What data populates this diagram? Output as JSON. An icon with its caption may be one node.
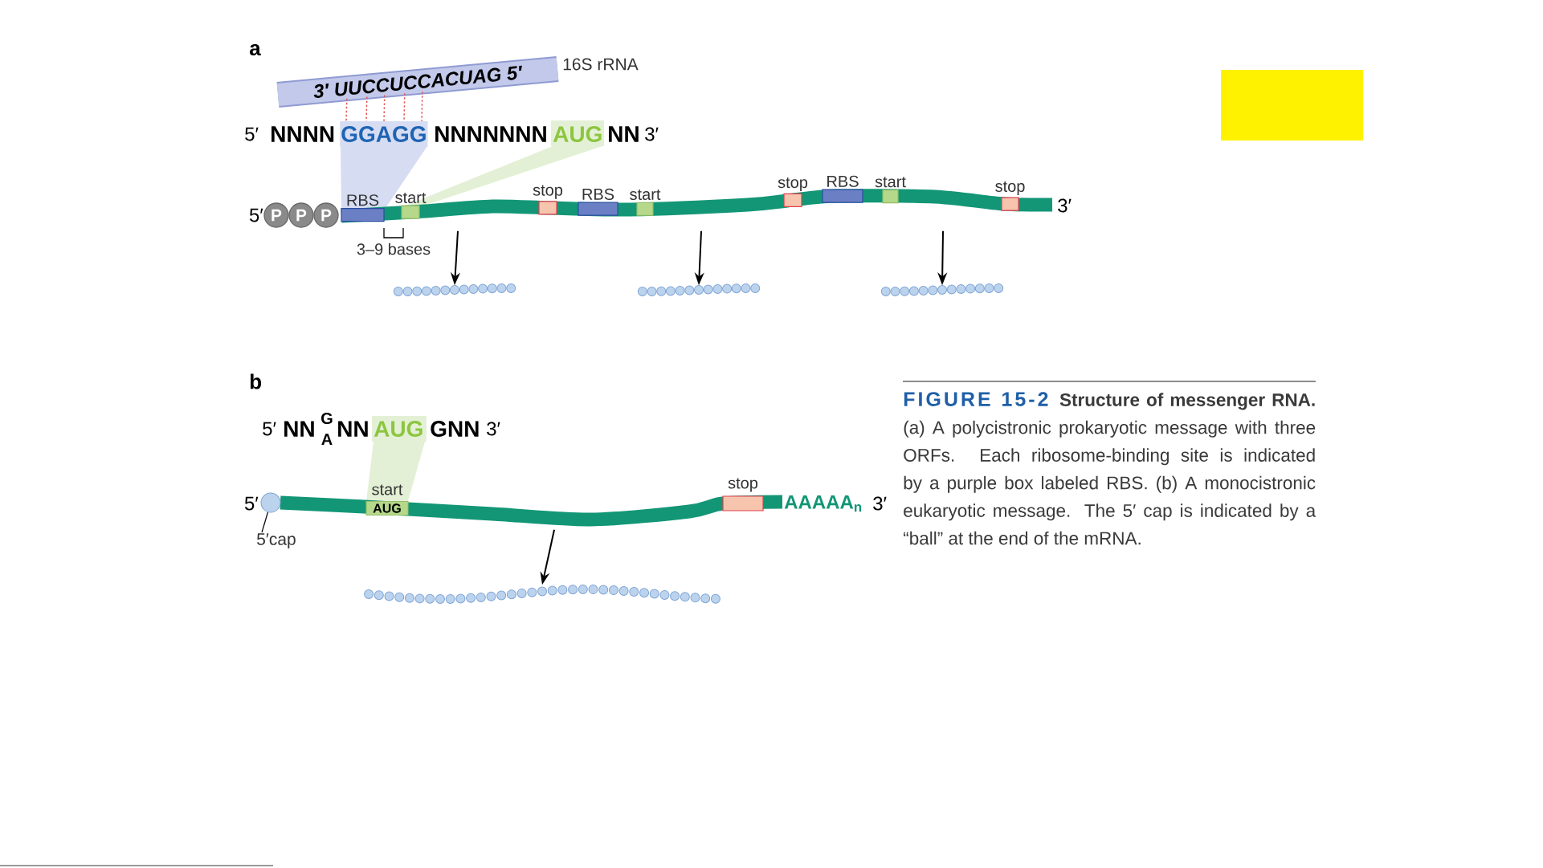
{
  "diagram": {
    "caption": "**Structure of messenger RNA.** (a) A polycistronic prokaryotic message with three ORFs. Each ribosome-binding site is indicated by a purple box labeled RBS. (b) A monocistronic eukaryotic message. The 5′ cap is indicated by a “ball” at the end of the mRNA.",
    "nodes": [
      {
        "text": [
          "3′ UUCCUCCACUAG 5′"
        ],
        "beside": [
          "16S rRNA"
        ]
      },
      {
        "text": [
          "GGAGG"
        ]
      },
      {
        "text": [],
        "shape": "bar"
      },
      {
        "text": [],
        "shape": "chain"
      },
      {
        "text": [],
        "shape": "chain"
      },
      {
        "text": [],
        "shape": "chain"
      },
      {
        "text": [],
        "shape": "bar"
      },
      {
        "text": [],
        "shape": "circle"
      },
      {
        "text": [
          "5′cap"
        ]
      },
      {
        "text": [],
        "shape": "chain"
      }
    ],
    "edges": [
      {
        "from": 0,
        "to": 1,
        "arrow": "none",
        "style": "dashed",
        "color": "#e05a5a"
      },
      {
        "from": 0,
        "to": 1,
        "arrow": "none",
        "style": "dashed",
        "color": "#e05a5a"
      },
      {
        "from": 0,
        "to": 1,
        "arrow": "none",
        "style": "dashed",
        "color": "#e05a5a"
      },
      {
        "from": 0,
        "to": 1,
        "arrow": "none",
        "style": "dashed",
        "color": "#e05a5a"
      },
      {
        "from": 0,
        "to": 1,
        "arrow": "none",
        "style": "dashed",
        "color": "#e05a5a"
      },
      {
        "from": 2,
        "to": 3,
        "arrow": "to",
        "color": "#000000"
      },
      {
        "from": 2,
        "to": 4,
        "arrow": "to",
        "color": "#000000"
      },
      {
        "from": 2,
        "to": 5,
        "arrow": "to",
        "color": "#000000"
      },
      {
        "from": 6,
        "to": 9,
        "arrow": "to",
        "color": "#000000"
      },
      {
        "from": 8,
        "to": 7,
        "arrow": "none",
        "color": "#000000"
      }
    ],
    "labels": [
      "a",
      "5′",
      "NNNN",
      "NNNNNNN",
      "AUG",
      "NN",
      "3′",
      "RBS",
      "start",
      "stop",
      "RBS",
      "start",
      "stop",
      "RBS",
      "start",
      "stop",
      "5′",
      "P",
      "P",
      "P",
      "3′",
      "3–9 bases",
      "b",
      "5′",
      "NN",
      "G",
      "A",
      "NN",
      "AUG",
      "GNN",
      "3′",
      "start",
      "stop",
      "5′",
      "AUG",
      "AAAAA$_{n}$",
      "3′",
      "FIGURE 15-2"
    ]
  }
}
